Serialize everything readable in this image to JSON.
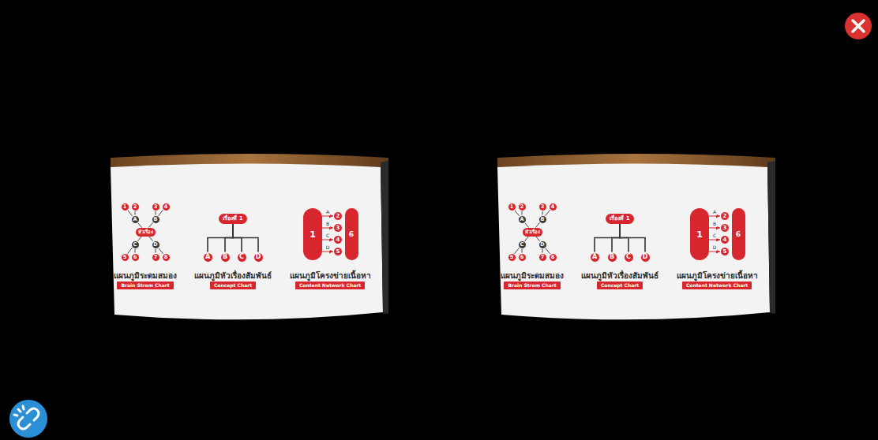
{
  "diagram": {
    "nodes": [
      {
        "text": [
          "1"
        ]
      },
      {
        "text": [
          "2"
        ]
      },
      {
        "text": [
          "3"
        ]
      },
      {
        "text": [
          "4"
        ]
      },
      {
        "text": [
          "A"
        ]
      },
      {
        "text": [
          "B"
        ]
      },
      {
        "text": [
          "หัวเรื่อง"
        ]
      },
      {
        "text": [
          "C"
        ]
      },
      {
        "text": [
          "D"
        ]
      },
      {
        "text": [
          "5"
        ]
      },
      {
        "text": [
          "6"
        ]
      },
      {
        "text": [
          "7"
        ]
      },
      {
        "text": [
          "8"
        ]
      },
      {
        "text": [
          "Brain Strom Chart"
        ]
      },
      {
        "text": [
          "เรื่องที่ 1"
        ]
      },
      {
        "text": [
          "A"
        ]
      },
      {
        "text": [
          "B"
        ]
      },
      {
        "text": [
          "C"
        ]
      },
      {
        "text": [
          "D"
        ]
      },
      {
        "text": [
          "Concept Chart"
        ]
      },
      {
        "text": [
          "1"
        ]
      },
      {
        "text": [
          "2"
        ]
      },
      {
        "text": [
          "3"
        ]
      },
      {
        "text": [
          "4"
        ]
      },
      {
        "text": [
          "5"
        ]
      },
      {
        "text": [
          "6"
        ]
      },
      {
        "text": [
          "Content Network Chart"
        ]
      },
      {
        "text": [
          "1"
        ]
      },
      {
        "text": [
          "2"
        ]
      },
      {
        "text": [
          "3"
        ]
      },
      {
        "text": [
          "4"
        ]
      },
      {
        "text": [
          "A"
        ]
      },
      {
        "text": [
          "B"
        ]
      },
      {
        "text": [
          "หัวเรื่อง"
        ]
      },
      {
        "text": [
          "C"
        ]
      },
      {
        "text": [
          "D"
        ]
      },
      {
        "text": [
          "5"
        ]
      },
      {
        "text": [
          "6"
        ]
      },
      {
        "text": [
          "7"
        ]
      },
      {
        "text": [
          "8"
        ]
      },
      {
        "text": [
          "Brain Strom Chart"
        ]
      },
      {
        "text": [
          "เรื่องที่ 1"
        ]
      },
      {
        "text": [
          "A"
        ]
      },
      {
        "text": [
          "B"
        ]
      },
      {
        "text": [
          "C"
        ]
      },
      {
        "text": [
          "D"
        ]
      },
      {
        "text": [
          "Concept Chart"
        ]
      },
      {
        "text": [
          "1"
        ]
      },
      {
        "text": [
          "2"
        ]
      },
      {
        "text": [
          "3"
        ]
      },
      {
        "text": [
          "4"
        ]
      },
      {
        "text": [
          "5"
        ]
      },
      {
        "text": [
          "6"
        ]
      },
      {
        "text": [
          "Content Network Chart"
        ]
      }
    ],
    "edges": [
      {
        "from": 6,
        "to": 4,
        "arrow": "none"
      },
      {
        "from": 6,
        "to": 5,
        "arrow": "none"
      },
      {
        "from": 6,
        "to": 7,
        "arrow": "none"
      },
      {
        "from": 6,
        "to": 8,
        "arrow": "none"
      },
      {
        "from": 4,
        "to": 0,
        "arrow": "none"
      },
      {
        "from": 4,
        "to": 1,
        "arrow": "none"
      },
      {
        "from": 5,
        "to": 2,
        "arrow": "none"
      },
      {
        "from": 5,
        "to": 3,
        "arrow": "none"
      },
      {
        "from": 7,
        "to": 9,
        "arrow": "none"
      },
      {
        "from": 7,
        "to": 10,
        "arrow": "none"
      },
      {
        "from": 8,
        "to": 11,
        "arrow": "none"
      },
      {
        "from": 8,
        "to": 12,
        "arrow": "none"
      },
      {
        "from": 14,
        "to": 15,
        "arrow": "none"
      },
      {
        "from": 14,
        "to": 16,
        "arrow": "none"
      },
      {
        "from": 14,
        "to": 17,
        "arrow": "none"
      },
      {
        "from": 14,
        "to": 18,
        "arrow": "none"
      },
      {
        "from": 20,
        "to": 21,
        "arrow": "to",
        "label": "A"
      },
      {
        "from": 20,
        "to": 22,
        "arrow": "to",
        "label": "B"
      },
      {
        "from": 20,
        "to": 23,
        "arrow": "to",
        "label": "C"
      },
      {
        "from": 20,
        "to": 24,
        "arrow": "to",
        "label": "D"
      },
      {
        "from": 33,
        "to": 31,
        "arrow": "none"
      },
      {
        "from": 33,
        "to": 32,
        "arrow": "none"
      },
      {
        "from": 33,
        "to": 34,
        "arrow": "none"
      },
      {
        "from": 33,
        "to": 35,
        "arrow": "none"
      },
      {
        "from": 31,
        "to": 27,
        "arrow": "none"
      },
      {
        "from": 31,
        "to": 28,
        "arrow": "none"
      },
      {
        "from": 32,
        "to": 29,
        "arrow": "none"
      },
      {
        "from": 32,
        "to": 30,
        "arrow": "none"
      },
      {
        "from": 34,
        "to": 36,
        "arrow": "none"
      },
      {
        "from": 34,
        "to": 37,
        "arrow": "none"
      },
      {
        "from": 35,
        "to": 38,
        "arrow": "none"
      },
      {
        "from": 35,
        "to": 39,
        "arrow": "none"
      },
      {
        "from": 41,
        "to": 42,
        "arrow": "none"
      },
      {
        "from": 41,
        "to": 43,
        "arrow": "none"
      },
      {
        "from": 41,
        "to": 44,
        "arrow": "none"
      },
      {
        "from": 41,
        "to": 45,
        "arrow": "none"
      },
      {
        "from": 47,
        "to": 48,
        "arrow": "to",
        "label": "A"
      },
      {
        "from": 47,
        "to": 49,
        "arrow": "to",
        "label": "B"
      },
      {
        "from": 47,
        "to": 50,
        "arrow": "to",
        "label": "C"
      },
      {
        "from": 47,
        "to": 51,
        "arrow": "to",
        "label": "D"
      }
    ],
    "labels": [
      "แผนภูมิระดมสมอง",
      "แผนภูมิหัวเรื่องสัมพันธ์",
      "แผนภูมิโครงข่ายเนื้อหา",
      "แผนภูมิระดมสมอง",
      "แผนภูมิหัวเรื่องสัมพันธ์",
      "แผนภูมิโครงข่ายเนื้อหา"
    ]
  }
}
